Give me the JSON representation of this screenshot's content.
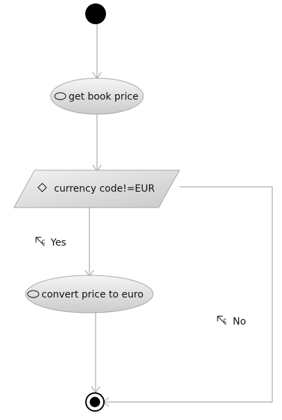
{
  "diagram": {
    "nodes": {
      "initial": {
        "kind": "initial-node"
      },
      "get_price": {
        "kind": "action",
        "label": "get book price"
      },
      "decision": {
        "kind": "decision",
        "label": "currency code!=EUR"
      },
      "convert": {
        "kind": "action",
        "label": "convert price to euro"
      },
      "final": {
        "kind": "final-node"
      }
    },
    "edges": [
      {
        "from": "initial",
        "to": "get_price"
      },
      {
        "from": "get_price",
        "to": "decision"
      },
      {
        "from": "decision",
        "to": "convert",
        "guard": "Yes"
      },
      {
        "from": "convert",
        "to": "final"
      },
      {
        "from": "decision",
        "to": "final",
        "guard": "No"
      }
    ],
    "guards": {
      "yes": "Yes",
      "no": "No"
    },
    "colors": {
      "node_fill_light": "#f3f3f3",
      "node_fill_dark": "#cfcfcf",
      "node_stroke": "#a6a6a6",
      "edge": "#a9a9a9",
      "initial_fill": "#000000"
    },
    "icons": {
      "action": "ellipse-icon",
      "decision": "diamond-icon",
      "guard": "guard-condition-icon"
    }
  }
}
